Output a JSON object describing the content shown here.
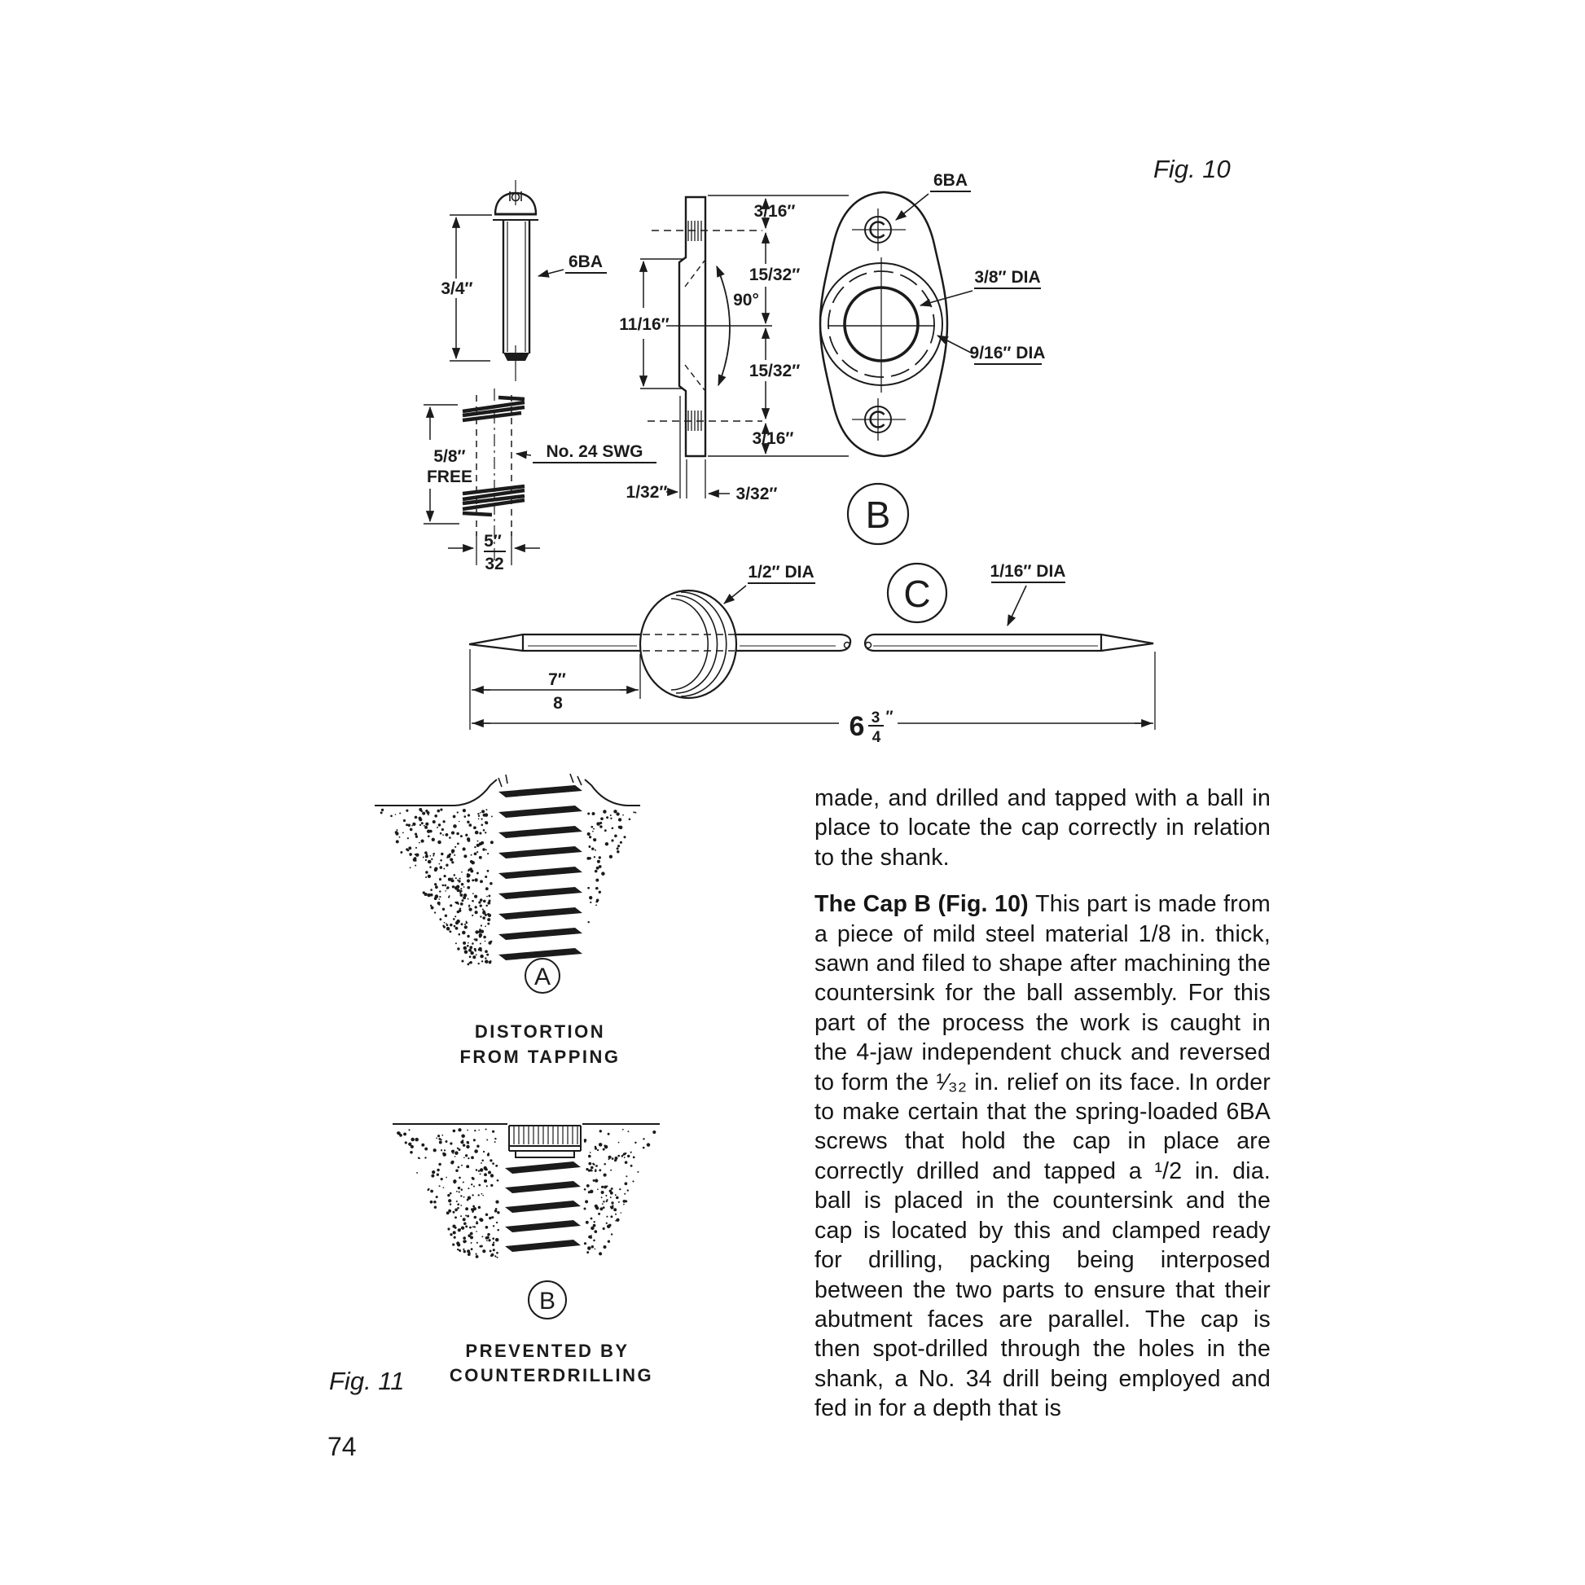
{
  "page": {
    "number": "74",
    "fig10_caption": "Fig. 10",
    "fig11_caption": "Fig. 11"
  },
  "fig10": {
    "screw": {
      "length_dim": "3/4″",
      "thread_label": "6BA"
    },
    "spring": {
      "free_len": "5/8″",
      "free_word": "FREE",
      "wire_gauge": "No. 24 SWG",
      "od_num": "5″",
      "od_den": "32"
    },
    "side": {
      "d1": "3/16″",
      "d2": "15/32″",
      "angle": "90°",
      "height": "11/16″",
      "d3": "15/32″",
      "d4": "3/16″",
      "relief": "1/32″",
      "thickness": "3/32″"
    },
    "cap": {
      "screw_label": "6BA",
      "bore": "3/8″ DIA",
      "boss": "9/16″ DIA",
      "letter": "B"
    },
    "shank": {
      "letter": "C",
      "ball_dia": "1/2″ DIA",
      "tip_dia": "1/16″ DIA",
      "off_num": "7″",
      "off_den": "8",
      "oa_int": "6",
      "oa_num": "3",
      "oa_den": "4",
      "oa_unit": "″"
    }
  },
  "fig11": {
    "a": {
      "letter": "A",
      "caption1": "DISTORTION",
      "caption2": "FROM TAPPING"
    },
    "b": {
      "letter": "B",
      "caption1": "PREVENTED BY",
      "caption2": "COUNTERDRILLING"
    }
  },
  "article": {
    "p1": "made, and drilled and tapped with a ball in place to locate the cap correctly in relation to the shank.",
    "p2_lead": "The Cap B (Fig. 10) ",
    "p2_body": "This part is made from a piece of mild steel material 1/8 in. thick, sawn and filed to shape after machining the countersink for the ball assembly. For this part of the process the work is caught in the 4-jaw independent chuck and reversed to form the ¹⁄₃₂ in. relief on its face. In order to make certain that the spring-loaded 6BA screws that hold the cap in place are correctly drilled and tapped a ¹/2 in. dia. ball is placed in the countersink and the cap is located by this and clamped ready for drilling, packing being interposed between the two parts to ensure that their abutment faces are parallel. The cap is then spot-drilled through the holes in the shank, a No. 34 drill being employed and fed in for a depth that is"
  }
}
